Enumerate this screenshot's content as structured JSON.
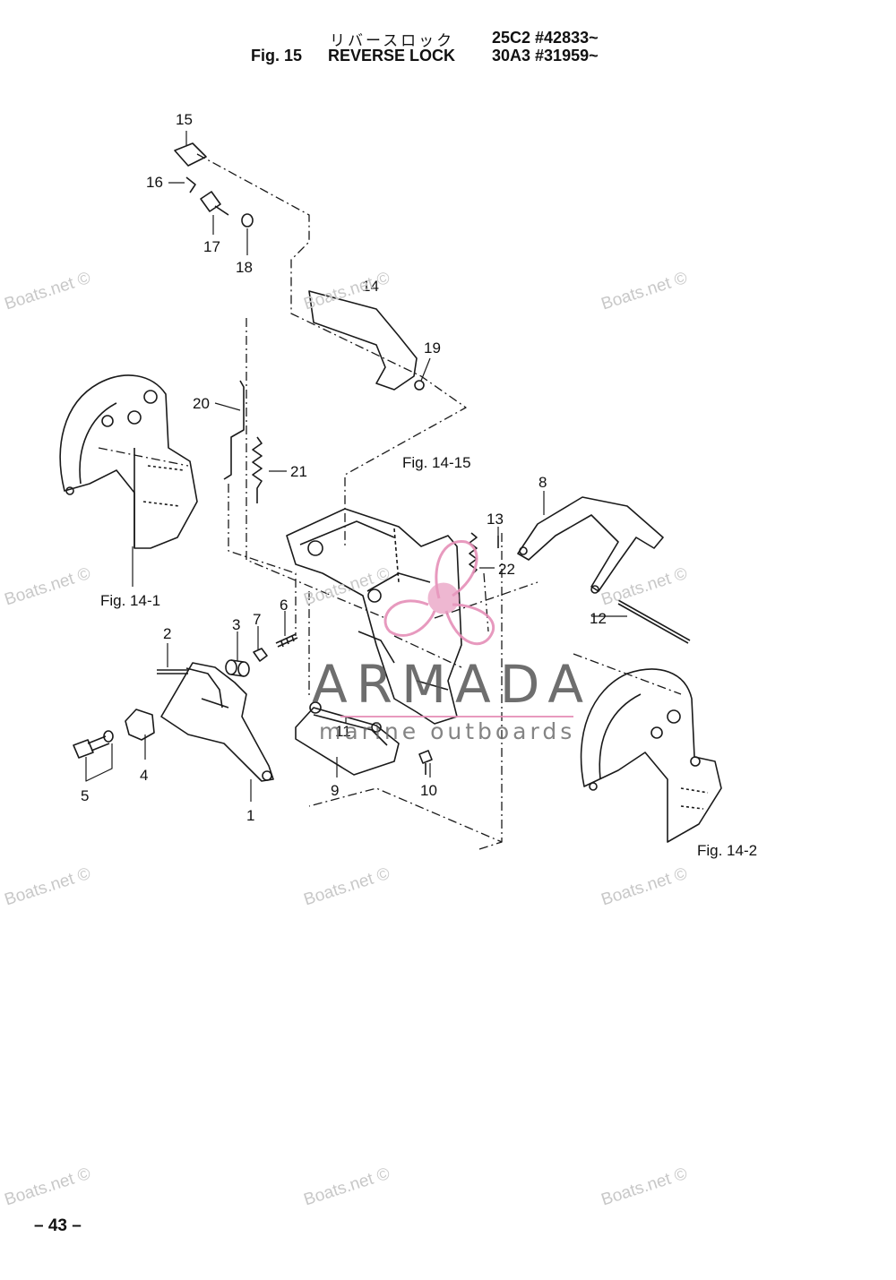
{
  "header": {
    "japanese_title": "リバースロック",
    "fig_label": "Fig. 15",
    "title": "REVERSE LOCK",
    "model_1": "25C2 #42833~",
    "model_2": "30A3 #31959~"
  },
  "callouts": [
    "1",
    "2",
    "3",
    "4",
    "5",
    "6",
    "7",
    "8",
    "9",
    "10",
    "11",
    "12",
    "13",
    "14",
    "15",
    "16",
    "17",
    "18",
    "19",
    "20",
    "21",
    "22"
  ],
  "figure_refs": [
    "Fig. 14-15",
    "Fig. 14-1",
    "Fig. 14-2"
  ],
  "watermark_text": "Boats.net ©",
  "branding": {
    "name": "ARMADA",
    "tagline": "marine outboards",
    "logo_color": "#e58fb7"
  },
  "page_number": "– 43 –"
}
